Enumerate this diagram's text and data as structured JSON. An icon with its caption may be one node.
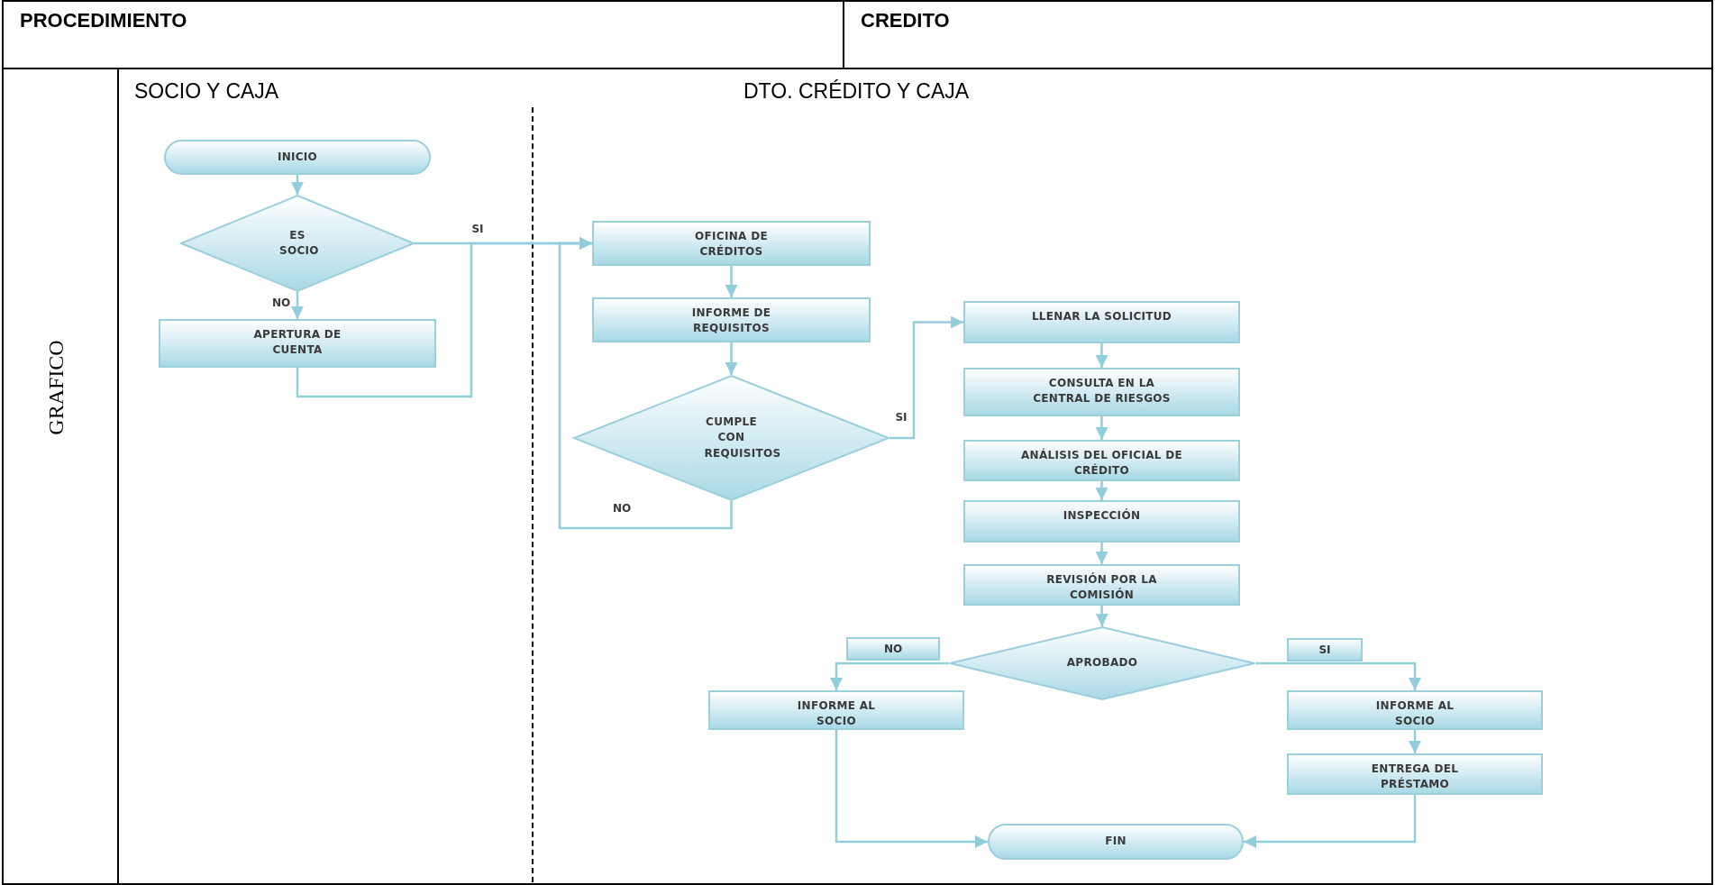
{
  "diagram": {
    "nodes": [
      {
        "text": [
          "INICIO"
        ]
      },
      {
        "text": [
          "ES SOCIO"
        ]
      },
      {
        "text": [
          "APERTURA DE CUENTA"
        ]
      },
      {
        "text": [
          "OFICINA DE CRÉDITOS"
        ]
      },
      {
        "text": [
          "INFORME DE REQUISITOS"
        ]
      },
      {
        "text": [
          "CUMPLE CON REQUISITOS"
        ]
      },
      {
        "text": [
          "LLENAR LA SOLICITUD"
        ]
      },
      {
        "text": [
          "CONSULTA EN LA CENTRAL DE RIESGOS"
        ]
      },
      {
        "text": [
          "ANÁLISIS DEL OFICIAL DE CRÉDITO"
        ]
      },
      {
        "text": [
          "INSPECCIÓN"
        ]
      },
      {
        "text": [
          "REVISIÓN POR LA COMISIÓN"
        ]
      },
      {
        "text": [
          "APROBADO"
        ]
      },
      {
        "text": [
          "INFORME AL SOCIO"
        ]
      },
      {
        "text": [
          "INFORME AL SOCIO"
        ]
      },
      {
        "text": [
          "ENTREGA DEL PRÉSTAMO"
        ]
      },
      {
        "text": [
          "FIN"
        ]
      }
    ],
    "edges": [
      {
        "from": 0,
        "to": 1,
        "arrow": "to"
      },
      {
        "from": 1,
        "to": 2,
        "arrow": "to",
        "label": "NO"
      },
      {
        "from": 1,
        "to": 3,
        "arrow": "to",
        "label": "SI"
      },
      {
        "from": 2,
        "to": 3,
        "arrow": "to"
      },
      {
        "from": 3,
        "to": 4,
        "arrow": "to"
      },
      {
        "from": 4,
        "to": 5,
        "arrow": "to"
      },
      {
        "from": 5,
        "to": 6,
        "arrow": "to",
        "label": "SI"
      },
      {
        "from": 5,
        "to": 3,
        "arrow": "to",
        "label": "NO"
      },
      {
        "from": 6,
        "to": 7,
        "arrow": "to"
      },
      {
        "from": 7,
        "to": 8,
        "arrow": "to"
      },
      {
        "from": 8,
        "to": 9,
        "arrow": "to"
      },
      {
        "from": 9,
        "to": 10,
        "arrow": "to"
      },
      {
        "from": 10,
        "to": 11,
        "arrow": "to"
      },
      {
        "from": 11,
        "to": 12,
        "arrow": "to",
        "label": "NO"
      },
      {
        "from": 11,
        "to": 13,
        "arrow": "to",
        "label": "SI"
      },
      {
        "from": 13,
        "to": 14,
        "arrow": "to"
      },
      {
        "from": 12,
        "to": 15,
        "arrow": "to"
      },
      {
        "from": 14,
        "to": 15,
        "arrow": "to"
      }
    ],
    "labels": [
      "PROCEDIMIENTO",
      "CREDITO",
      "GRAFICO",
      "SOCIO Y CAJA",
      "DTO. CRÉDITO Y CAJA"
    ]
  }
}
